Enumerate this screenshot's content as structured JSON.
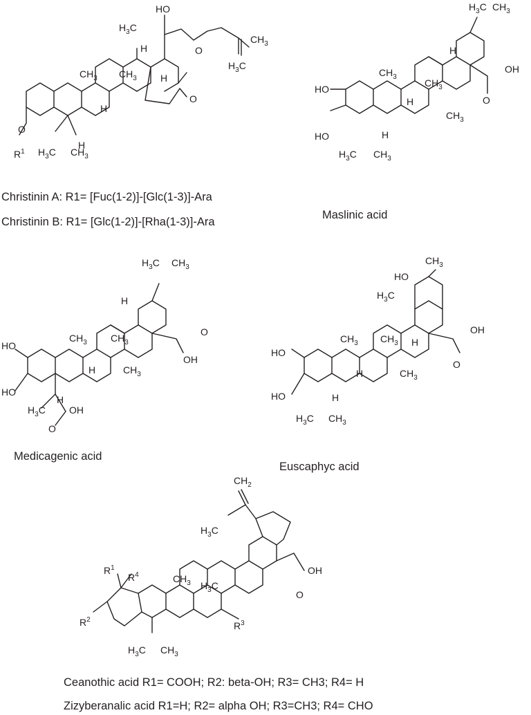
{
  "captions": {
    "christinin_a": "Christinin A: R1= [Fuc(1-2)]-[Glc(1-3)]-Ara",
    "christinin_b": "Christinin B: R1= [Glc(1-2)]-[Rha(1-3)]-Ara",
    "maslinic": "Maslinic acid",
    "medicagenic": "Medicagenic acid",
    "euscaphyc": "Euscaphyc acid",
    "ceanothic": "Ceanothic acid R1= COOH; R2: beta-OH; R3= CH3; R4= H",
    "zizyberanalic": "Zizyberanalic acid R1=H; R2= alpha OH; R3=CH3; R4= CHO"
  },
  "labels": {
    "HO": "HO",
    "OH": "OH",
    "H": "H",
    "O": "O",
    "CH": "CH",
    "C": "C",
    "Hsub": "H",
    "n3": "3",
    "n2": "2",
    "n1": "1",
    "n4": "4",
    "R": "R"
  }
}
